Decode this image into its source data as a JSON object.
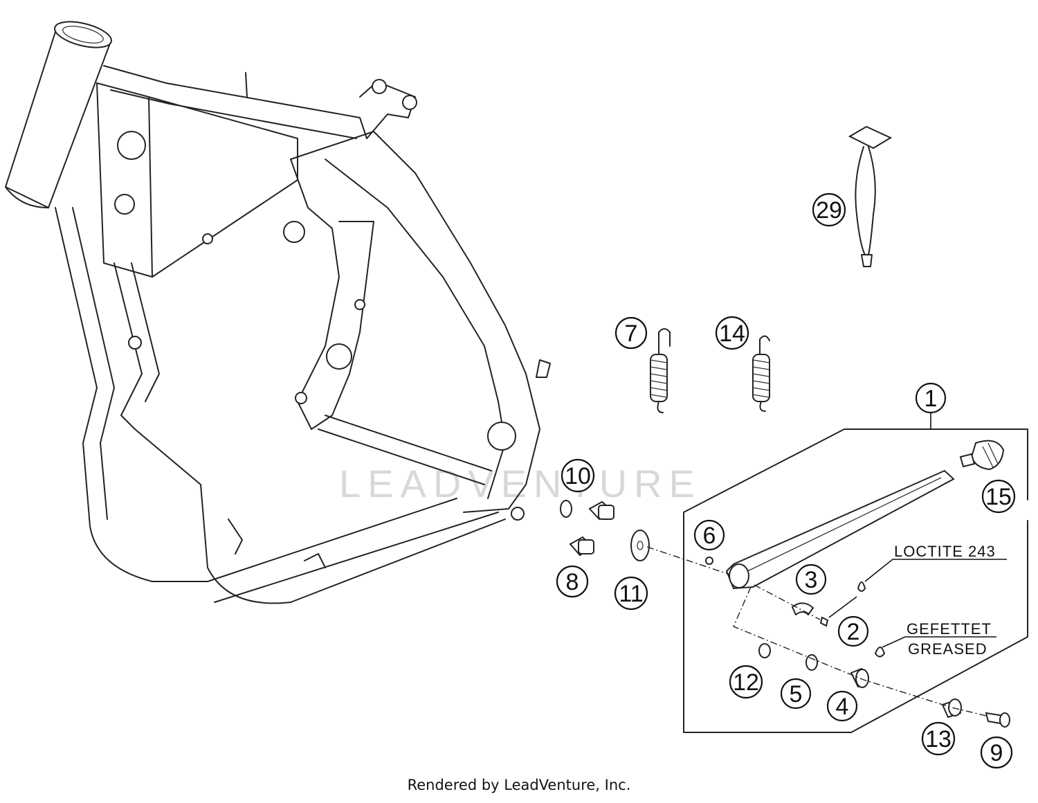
{
  "callouts": {
    "c1": "1",
    "c2": "2",
    "c3": "3",
    "c4": "4",
    "c5": "5",
    "c6": "6",
    "c7": "7",
    "c8": "8",
    "c9": "9",
    "c10": "10",
    "c11": "11",
    "c12": "12",
    "c13": "13",
    "c14": "14",
    "c15": "15",
    "c29": "29"
  },
  "notes": {
    "loctite": "LOCTITE 243",
    "greased_de": "GEFETTET",
    "greased_en": "GREASED"
  },
  "watermark": "LEADVENTURE",
  "footer": "Rendered by LeadVenture, Inc."
}
